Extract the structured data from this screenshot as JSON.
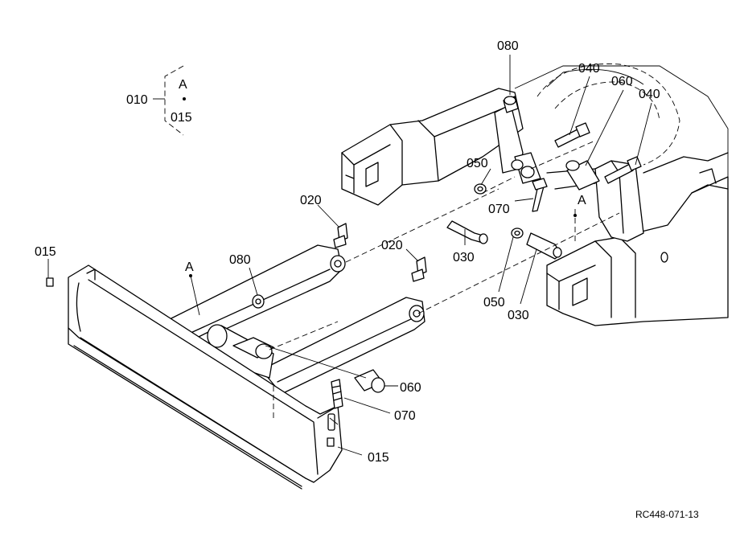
{
  "callouts": {
    "c010": "010",
    "c015_legend": "015",
    "legend_a": "A",
    "c080_top": "080",
    "c040_a": "040",
    "c060_top": "060",
    "c040_b": "040",
    "c050_top": "050",
    "c070_top": "070",
    "a_frame": "A",
    "c030_left": "030",
    "c050_bottom": "050",
    "c030_bottom": "030",
    "c020_left": "020",
    "c020_right": "020",
    "c015_left": "015",
    "a_blade": "A",
    "c080_blade": "080",
    "c060_blade": "060",
    "c070_blade": "070",
    "c015_blade": "015"
  },
  "reference_code": "RC448-071-13"
}
